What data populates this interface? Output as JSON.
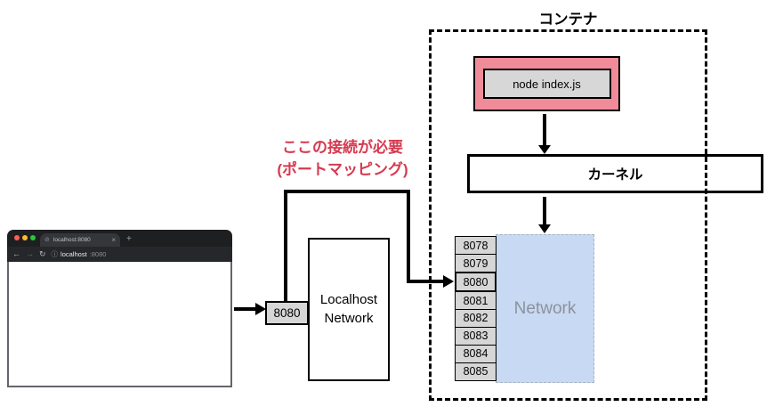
{
  "note": {
    "line1": "ここの接続が必要",
    "line2": "(ポートマッピング)"
  },
  "browser": {
    "favicon_icon": "⊘",
    "tab_title": "localhost:8080",
    "tab_close_icon": "×",
    "new_tab_icon": "+",
    "back_icon": "←",
    "forward_icon": "→",
    "reload_icon": "↻",
    "site_info_icon": "ⓘ",
    "url_host": "localhost",
    "url_port": ":8080"
  },
  "host": {
    "port_label": "8080",
    "network_line1": "Localhost",
    "network_line2": "Network"
  },
  "container": {
    "title": "コンテナ",
    "process_label": "node index.js",
    "kernel_label": "カーネル",
    "network_label": "Network",
    "ports": [
      "8078",
      "8079",
      "8080",
      "8081",
      "8082",
      "8083",
      "8084",
      "8085"
    ],
    "highlighted_port": "8080"
  },
  "colors": {
    "note_red": "#d53a50",
    "process_outer": "#f08c99",
    "process_inner": "#d7d7d7",
    "network_fill": "#c7d9f3",
    "traffic_red": "#ff5f57",
    "traffic_yellow": "#febc2e",
    "traffic_green": "#28c840"
  }
}
